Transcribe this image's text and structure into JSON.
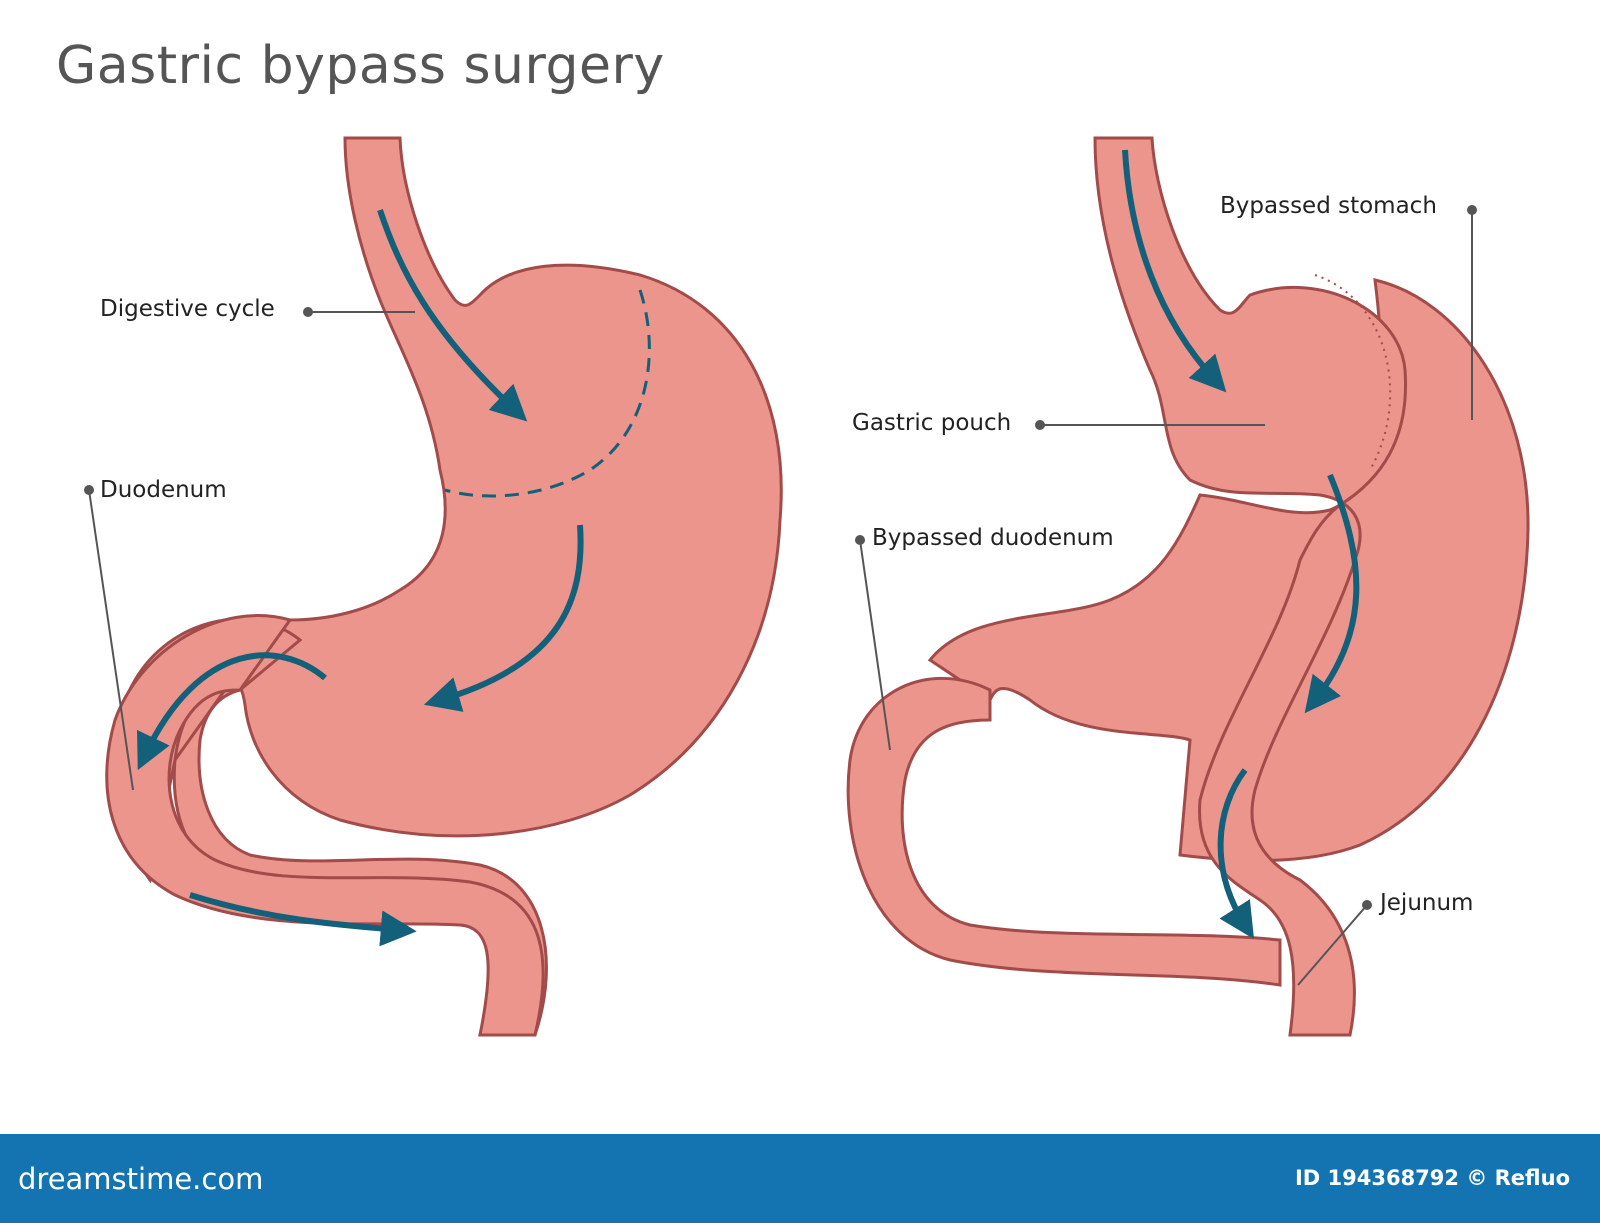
{
  "title": "Gastric bypass surgery",
  "labels": {
    "digestive_cycle": "Digestive cycle",
    "duodenum": "Duodenum",
    "bypassed_stomach": "Bypassed stomach",
    "gastric_pouch": "Gastric pouch",
    "bypassed_duodenum": "Bypassed duodenum",
    "jejunum": "Jejunum"
  },
  "footer": {
    "brand": "dreamstime.com",
    "stock_id": "ID 194368792 © Refluo"
  },
  "colors": {
    "organ_fill": "#ec958c",
    "organ_outline": "#a14c4a",
    "arrow": "#13607a",
    "footer_bg": "#1474b2",
    "title": "#555555"
  }
}
